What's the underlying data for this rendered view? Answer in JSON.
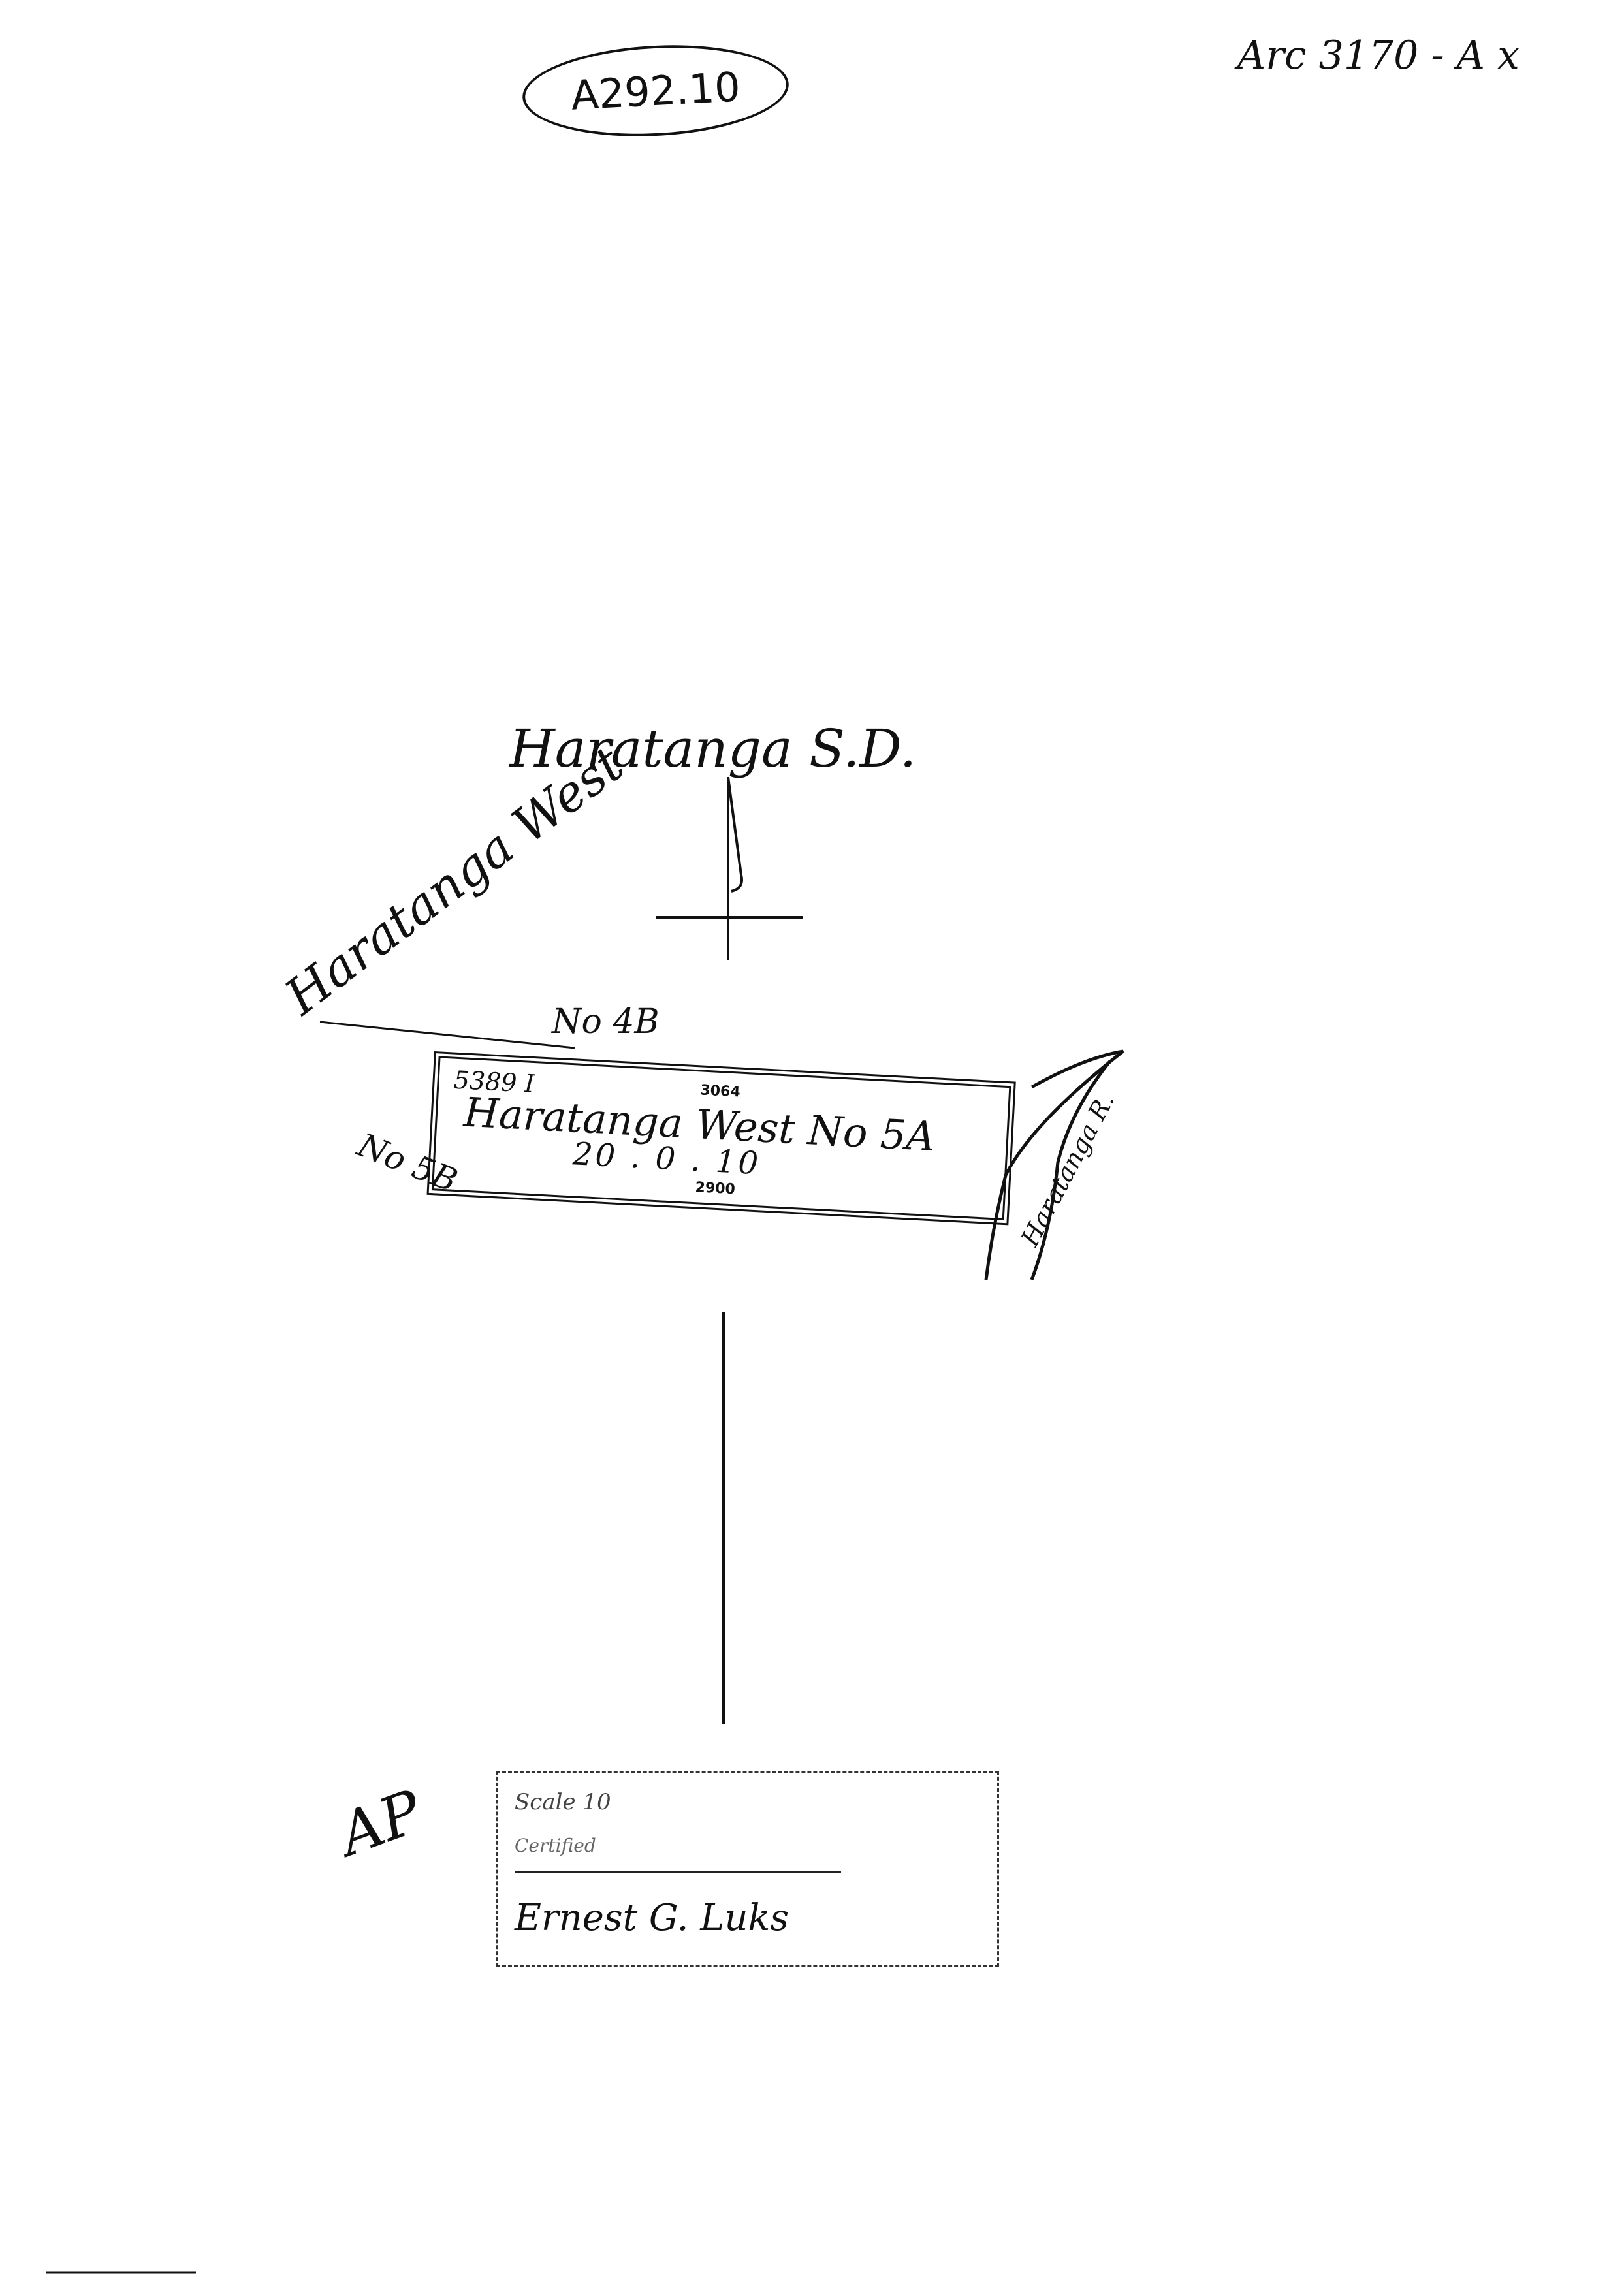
{
  "header": {
    "oval_ref": "A292.10",
    "doc_ref": "Arc 3170 - A x"
  },
  "map": {
    "title": "Haratanga S.D.",
    "adjacent_west": "Haratanga West",
    "adjacent_north": "No 4B",
    "adjacent_southwest": "No 5B",
    "river": "Haratanga R.",
    "parcel": {
      "ref": "5389 I",
      "name": "Haratanga West No 5A",
      "area": "20 . 0 . 10",
      "side_top": "3064",
      "side_bottom": "2900"
    }
  },
  "certificate": {
    "line1": "Scale 10",
    "line2": "Certified",
    "signature": "Ernest G. Luks",
    "initials": "AP"
  }
}
